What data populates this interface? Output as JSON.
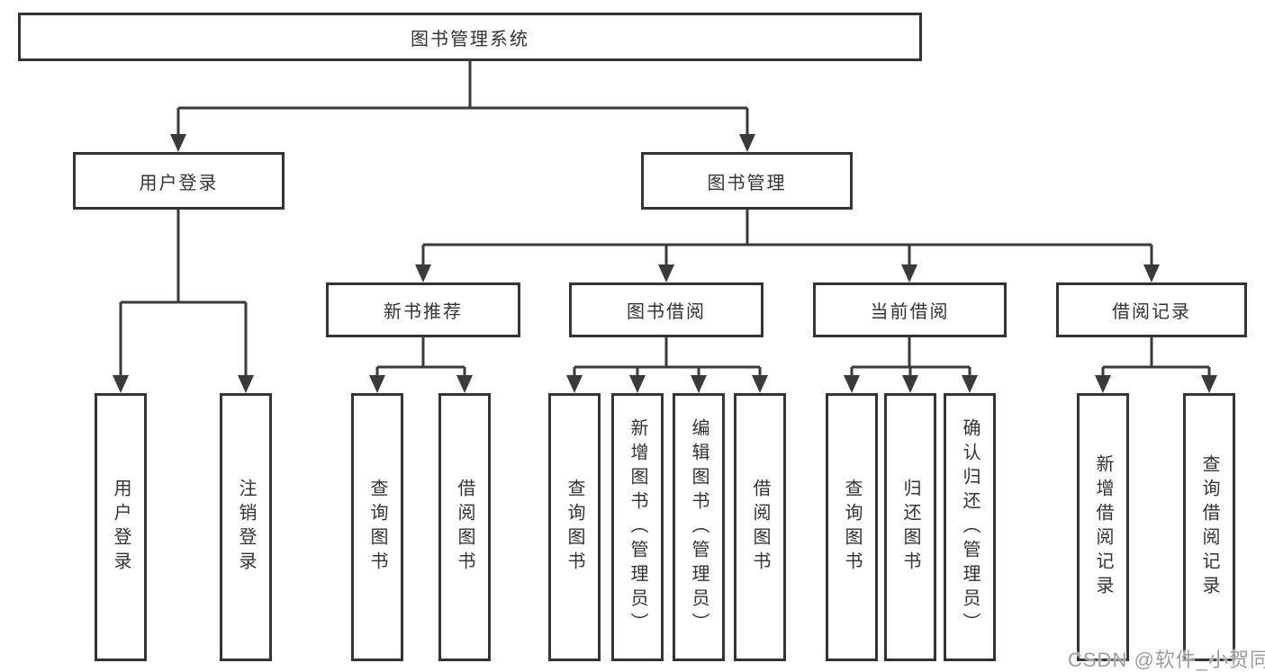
{
  "nodes": {
    "root": {
      "label": "图书管理系统"
    },
    "user_login": {
      "label": "用户登录"
    },
    "book_management": {
      "label": "图书管理"
    },
    "new_book_recommendation": {
      "label": "新书推荐"
    },
    "book_borrowing": {
      "label": "图书借阅"
    },
    "current_borrowing": {
      "label": "当前借阅"
    },
    "borrowing_records": {
      "label": "借阅记录"
    },
    "user_login_leaf": {
      "label": "用户登录"
    },
    "logout_leaf": {
      "label": "注销登录"
    },
    "query_books_recommend": {
      "label": "查询图书"
    },
    "borrow_books_recommend": {
      "label": "借阅图书"
    },
    "query_books_borrowing": {
      "label": "查询图书"
    },
    "add_books_admin": {
      "label": "新增图书（管理员）"
    },
    "edit_books_admin": {
      "label": "编辑图书（管理员）"
    },
    "borrow_books_borrowing": {
      "label": "借阅图书"
    },
    "query_books_current": {
      "label": "查询图书"
    },
    "return_books": {
      "label": "归还图书"
    },
    "confirm_return_admin": {
      "label": "确认归还（管理员）"
    },
    "add_borrow_record": {
      "label": "新增借阅记录"
    },
    "query_borrow_record": {
      "label": "查询借阅记录"
    }
  },
  "watermark": {
    "text": "CSDN @软件_小贺同学"
  },
  "colors": {
    "line": "#3a3a3a",
    "box_border": "#343434",
    "text": "#333333",
    "watermark": "#9e9e9e",
    "background": "#ffffff"
  }
}
